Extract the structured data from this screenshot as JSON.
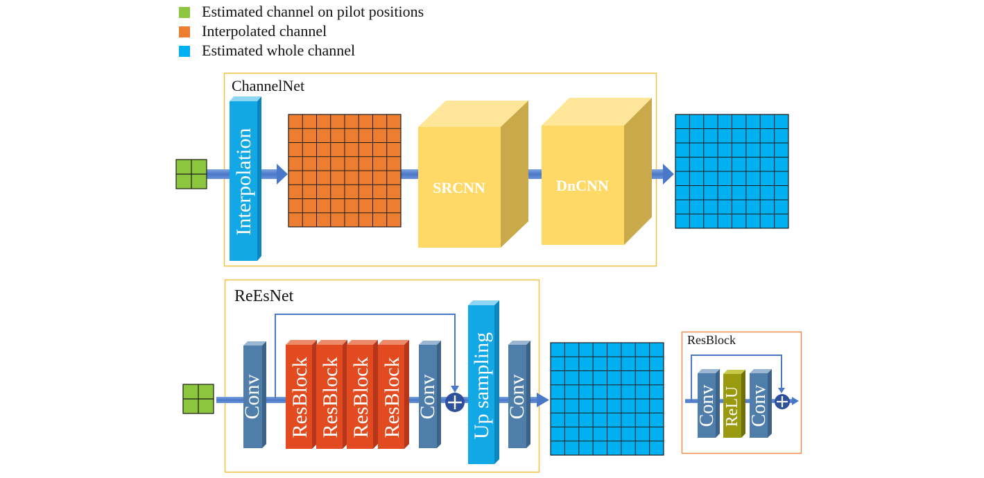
{
  "legend": [
    {
      "label": "Estimated channel on pilot positions",
      "color": "#8cc63f"
    },
    {
      "label": "Interpolated channel",
      "color": "#ed7d31"
    },
    {
      "label": "Estimated whole channel",
      "color": "#00b0f0"
    }
  ],
  "channelnet": {
    "title": "ChannelNet",
    "interpolation_label": "Interpolation",
    "srcnn_label": "SRCNN",
    "dncnn_label": "DnCNN"
  },
  "reesnet": {
    "title": "ReEsNet",
    "conv_label": "Conv",
    "resblock_label": "ResBlock",
    "upsampling_label": "Up sampling"
  },
  "resblock_detail": {
    "title": "ResBlock",
    "conv_label": "Conv",
    "relu_label": "ReLU"
  },
  "colors": {
    "frame": "#f0c040",
    "resblock_frame": "#ed8a4e",
    "flow_arrow": "#4a78c8",
    "conv": "#4f7eaa",
    "resblock": "#e24a1f",
    "relu": "#9a9a10",
    "cube": "#ffd966",
    "upsampling": "#12a8e6",
    "adder": "#2e4f9a"
  }
}
